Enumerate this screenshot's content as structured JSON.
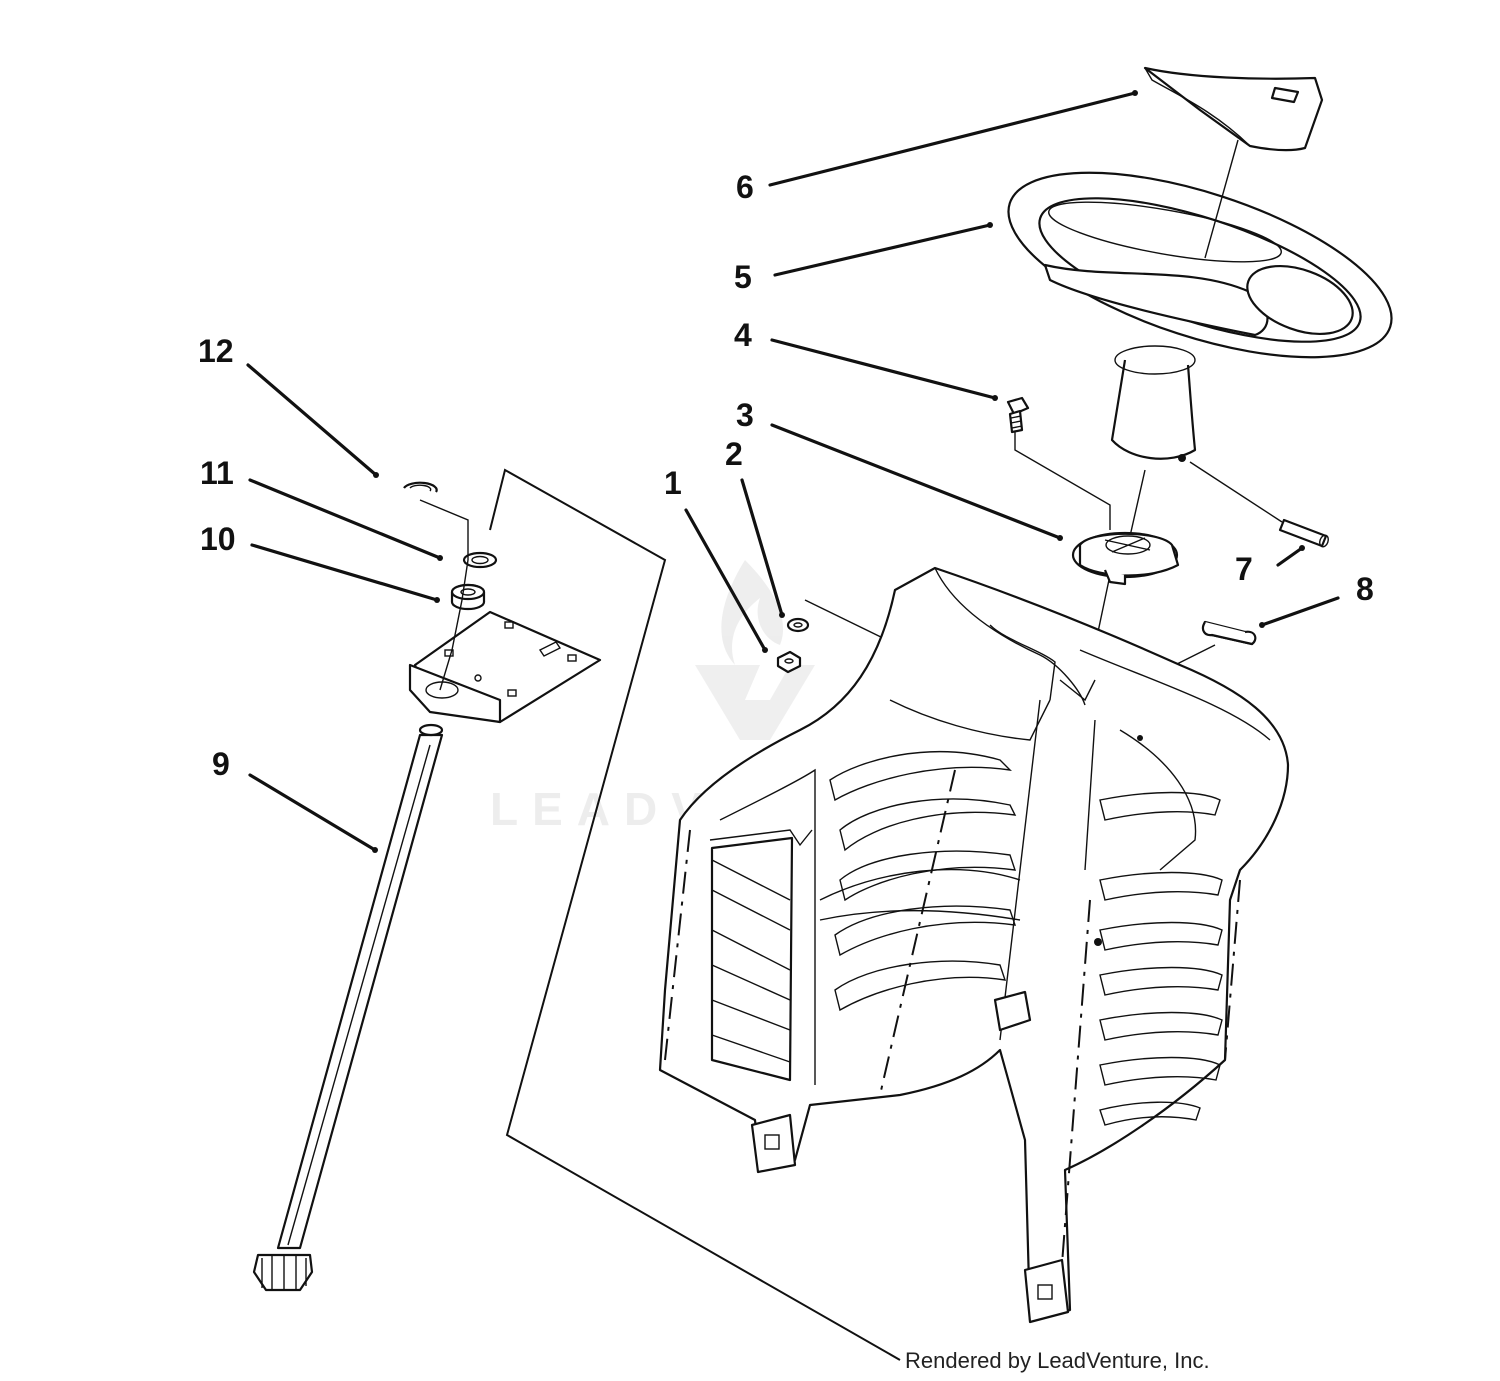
{
  "callouts": {
    "c1": "1",
    "c2": "2",
    "c3": "3",
    "c4": "4",
    "c5": "5",
    "c6": "6",
    "c7": "7",
    "c8": "8",
    "c9": "9",
    "c10": "10",
    "c11": "11",
    "c12": "12"
  },
  "watermark": {
    "logo_text": "LEADVENTURE"
  },
  "credit": "Rendered by LeadVenture, Inc."
}
